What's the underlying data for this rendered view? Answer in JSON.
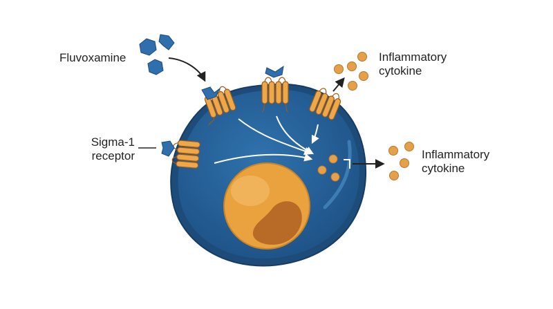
{
  "labels": {
    "fluvoxamine": "Fluvoxamine",
    "sigma_line1": "Sigma-1",
    "sigma_line2": "receptor",
    "cytokine_top_line1": "Inflammatory",
    "cytokine_top_line2": "cytokine",
    "cytokine_right_line1": "Inflammatory",
    "cytokine_right_line2": "cytokine"
  },
  "colors": {
    "cell_outer": "#1f4f7d",
    "cell_inner": "#2b6aa3",
    "cell_highlight": "#3b7fbb",
    "nucleus": "#e8a23f",
    "nucleolus": "#b86a25",
    "receptor": "#eea84a",
    "receptor_stroke": "#9a5a1a",
    "drug": "#2f6fad",
    "cytokine": "#e6a04a",
    "arrow": "#222222",
    "signal_arrow": "#ffffff"
  },
  "icons": {
    "drug": "fluvoxamine-molecule-icon",
    "receptor": "sigma-1-receptor-icon",
    "cytokine": "cytokine-particle-icon"
  }
}
